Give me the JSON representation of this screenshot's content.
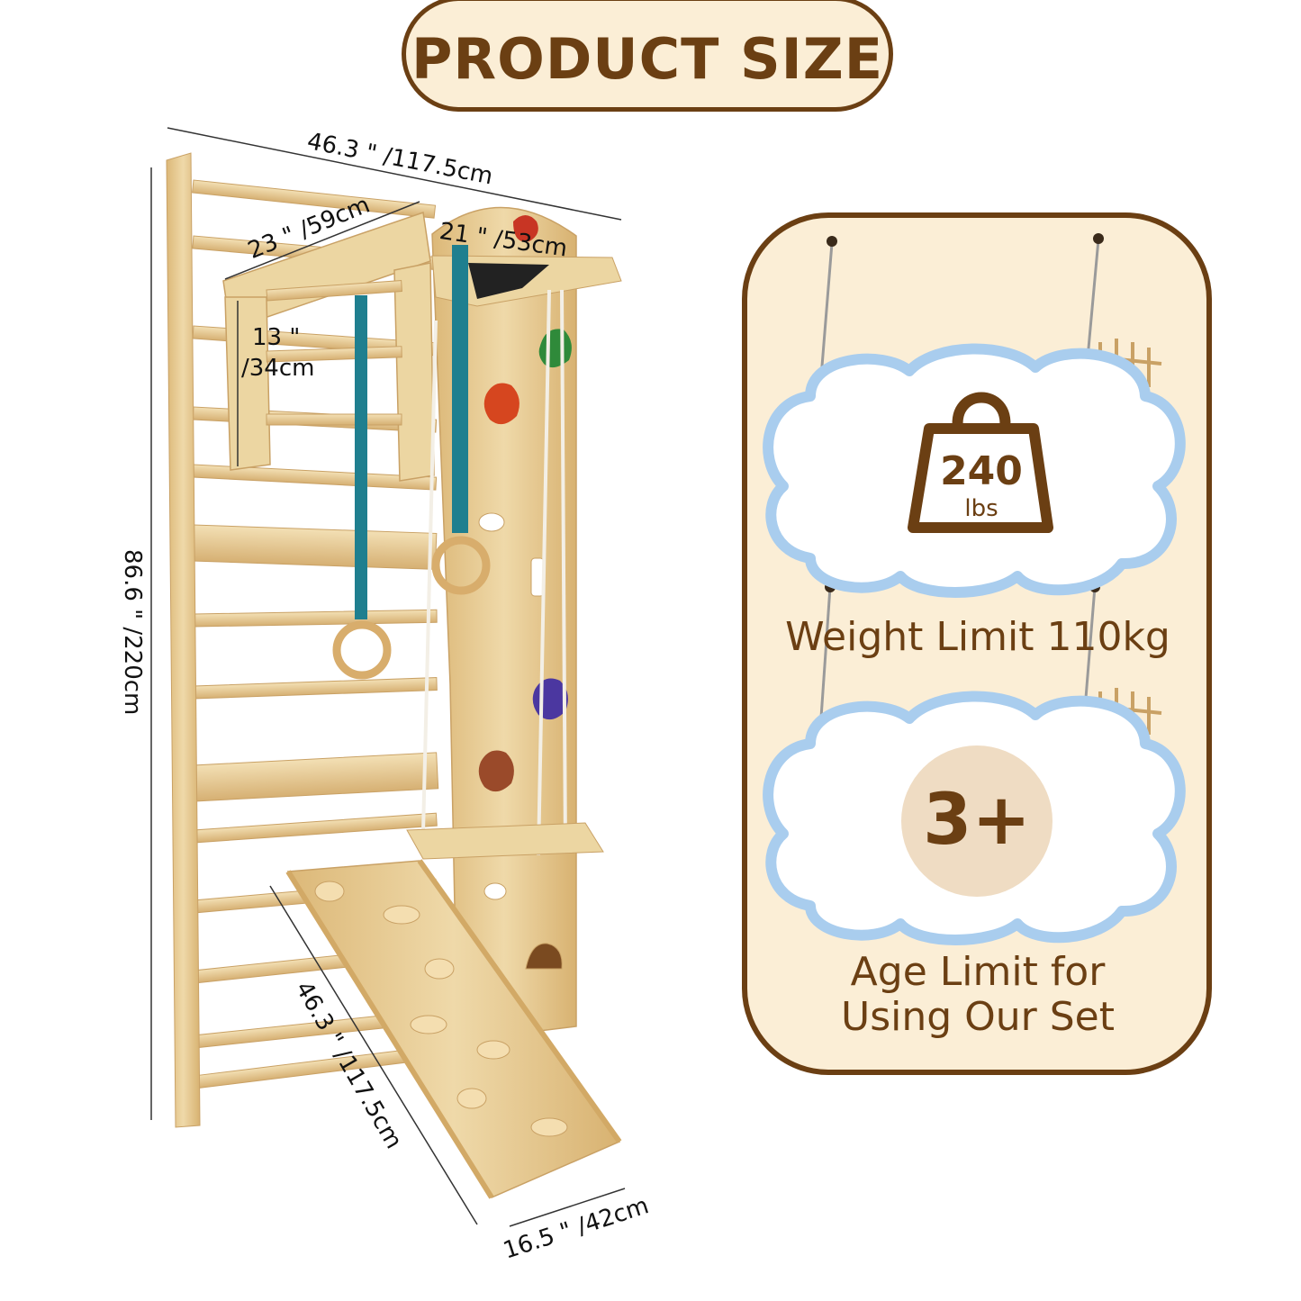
{
  "header": {
    "title": "PRODUCT SIZE"
  },
  "dimensions": {
    "overall_width": "46.3 \" /117.5cm",
    "top_bar_width": "23 \" /59cm",
    "tower_width": "21 \" /53cm",
    "bar_height": "13 \"",
    "bar_height_cm": "/34cm",
    "overall_height": "86.6 \" /220cm",
    "ramp_length": "46.3 \" /117.5cm",
    "ramp_width": "16.5 \" /42cm"
  },
  "weight_sign": {
    "value": "240",
    "unit": "lbs",
    "caption": "Weight Limit 110kg"
  },
  "age_sign": {
    "value": "3+",
    "caption_line1": "Age Limit for",
    "caption_line2": "Using Our Set"
  },
  "colors": {
    "brand_brown": "#6b3f13",
    "card_background": "#fbeed6",
    "cloud_border": "#a9cdee",
    "wood": "#e9cf99",
    "strap": "#1f7f8f"
  }
}
